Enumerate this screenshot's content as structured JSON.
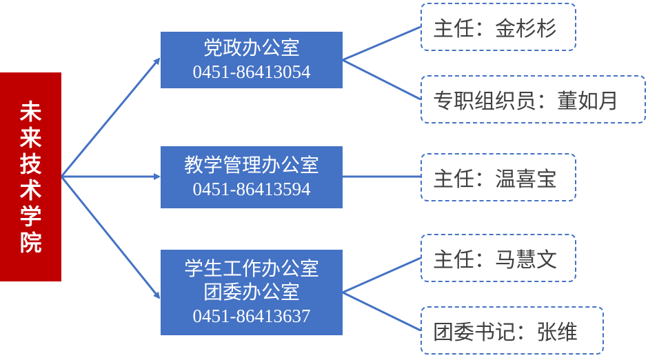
{
  "root": {
    "chars": [
      "未",
      "来",
      "技",
      "术",
      "学",
      "院"
    ]
  },
  "offices": [
    {
      "names": [
        "党政办公室"
      ],
      "phone": "0451-86413054"
    },
    {
      "names": [
        "教学管理办公室"
      ],
      "phone": "0451-86413594"
    },
    {
      "names": [
        "学生工作办公室",
        "团委办公室"
      ],
      "phone": "0451-86413637"
    }
  ],
  "people": [
    {
      "text": "主任：金杉杉"
    },
    {
      "text": "专职组织员：董如月"
    },
    {
      "text": "主任：温喜宝"
    },
    {
      "text": "主任：马慧文"
    },
    {
      "text": "团委书记：张维"
    }
  ],
  "colors": {
    "root_fill": "#c00000",
    "office_fill": "#4472c4",
    "connector": "#4472c4",
    "person_border": "#4472c4",
    "person_text": "#404040"
  }
}
